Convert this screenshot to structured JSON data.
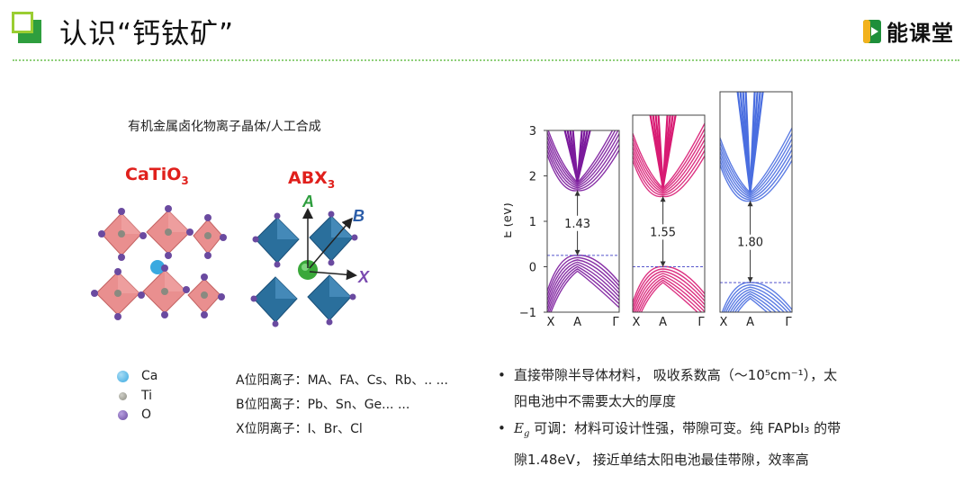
{
  "header": {
    "title": "认识“钙钛矿”",
    "logo_text": "能课堂"
  },
  "left": {
    "caption": "有机金属卤化物离子晶体/人工合成",
    "catio3": {
      "base": "CaTiO",
      "sub": "3"
    },
    "abx3": {
      "base": "ABX",
      "sub": "3"
    },
    "labels": {
      "a": "A",
      "b": "B",
      "x": "X"
    },
    "legend": [
      {
        "label": "Ca",
        "color": "#3aa9e0"
      },
      {
        "label": "Ti",
        "color": "#8a8a80"
      },
      {
        "label": "O",
        "color": "#6a4aa0"
      }
    ],
    "sites": [
      "A位阳离子：MA、FA、Cs、Rb、.. ...",
      "B位阳离子：Pb、Sn、Ge... ...",
      "X位阴离子：I、Br、Cl"
    ]
  },
  "chart_data": {
    "type": "line",
    "title": "",
    "ylabel": "E (eV)",
    "ylim": [
      -1,
      3
    ],
    "yticks": [
      "3",
      "2",
      "1",
      "0",
      "−1"
    ],
    "panels": [
      {
        "color": "#7b1a9c",
        "gap_label": "1.43",
        "xticks": [
          "X",
          "A",
          "Γ"
        ],
        "vbm": 0.25,
        "cbm": 1.68
      },
      {
        "color": "#d81b73",
        "gap_label": "1.55",
        "xticks": [
          "X",
          "A",
          "Γ"
        ],
        "vbm": 0.0,
        "cbm": 1.55
      },
      {
        "color": "#4a6ee0",
        "gap_label": "1.80",
        "xticks": [
          "X",
          "A",
          "Γ"
        ],
        "vbm": -0.35,
        "cbm": 1.45
      }
    ]
  },
  "bullets": [
    {
      "text": "直接带隙半导体材料， 吸收系数高（～10⁵cm⁻¹），太",
      "cont": "阳电池中不需要太大的厚度"
    },
    {
      "eg": "E",
      "eg_sub": "g",
      "text": " 可调：材料可设计性强，带隙可变。纯 FAPbI₃ 的带",
      "cont": "隙1.48eV， 接近单结太阳电池最佳带隙，效率高"
    }
  ],
  "bullet_mark": "•"
}
